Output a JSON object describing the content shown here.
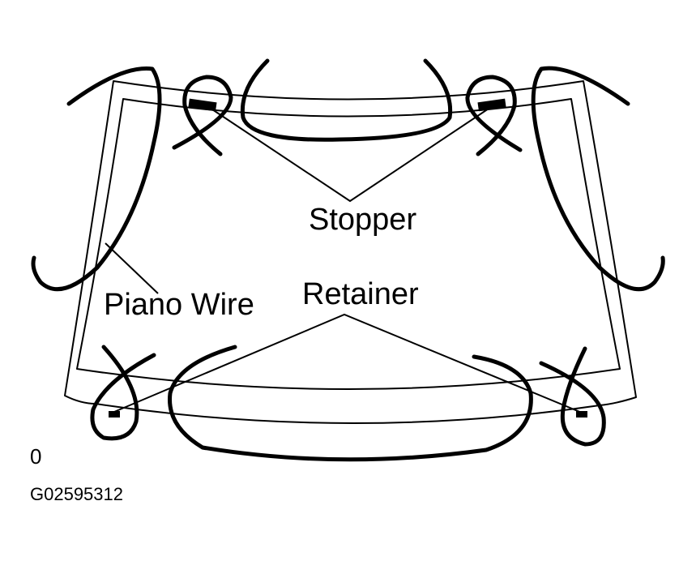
{
  "labels": {
    "stopper": "Stopper",
    "retainer": "Retainer",
    "piano_wire": "Piano Wire",
    "corner_mark": "0",
    "figure_code": "G02595312"
  }
}
